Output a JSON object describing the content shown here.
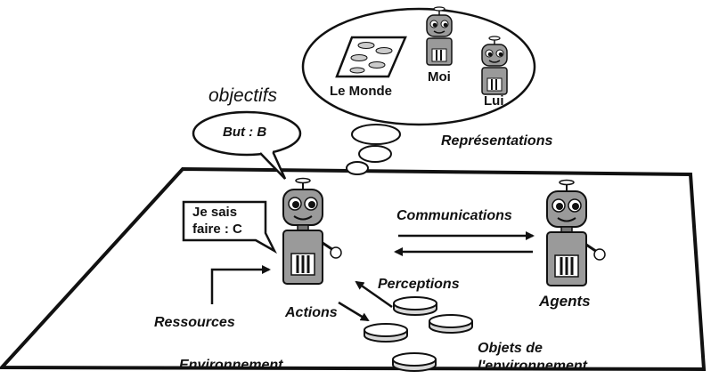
{
  "labels": {
    "objectives": "objectifs",
    "goal_bubble": "But : B",
    "world": "Le Monde",
    "me": "Moi",
    "him": "Lui",
    "representations": "Représentations",
    "skill_line1": "Je sais",
    "skill_line2": "faire : C",
    "communications": "Communications",
    "perceptions": "Perceptions",
    "actions": "Actions",
    "resources": "Ressources",
    "agents": "Agents",
    "objects_line1": "Objets de",
    "objects_line2": "l'environnement",
    "environment": "Environnement"
  }
}
